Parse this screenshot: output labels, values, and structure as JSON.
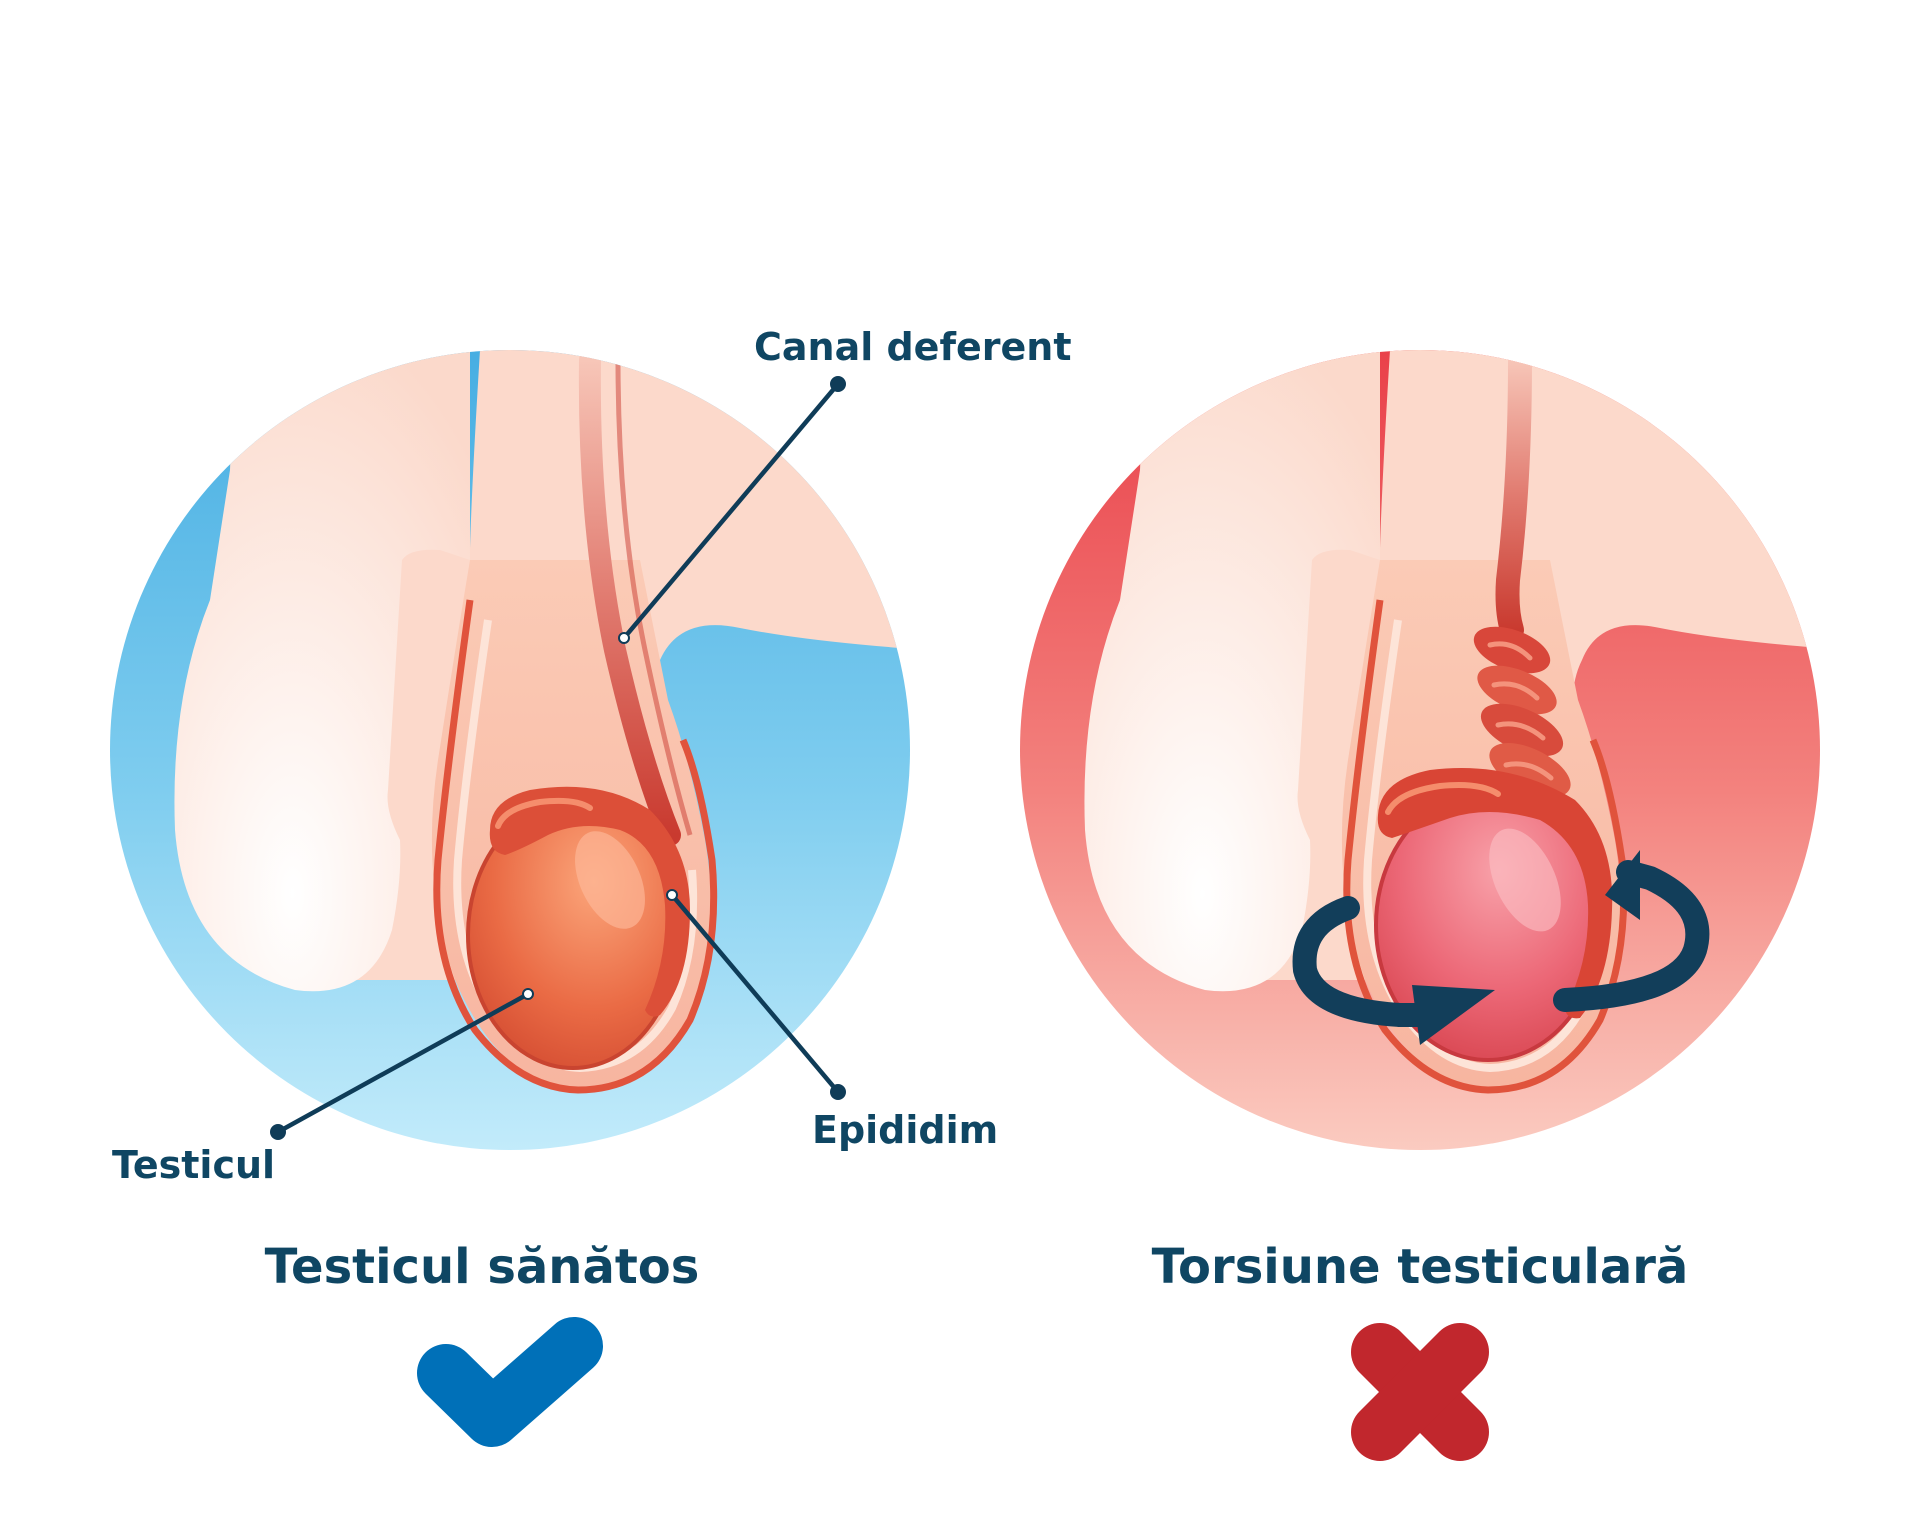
{
  "labels": {
    "canal_deferent": "Canal deferent",
    "epididim": "Epididim",
    "testicul": "Testicul"
  },
  "panels": {
    "healthy": {
      "caption": "Testicul sănătos",
      "status_icon": "check-icon"
    },
    "torsion": {
      "caption": "Torsiune testiculară",
      "status_icon": "cross-icon"
    }
  },
  "colors": {
    "text": "#0f4663",
    "leader_line": "#0f3c58",
    "healthy_background": "#5bbfe8",
    "torsion_background": "#ec4e55",
    "skin": "#fcd9cb",
    "testicle": "#e4553a",
    "check_mark": "#0070b8",
    "cross_mark": "#c1272d",
    "rotation_arrows": "#123e5a"
  }
}
